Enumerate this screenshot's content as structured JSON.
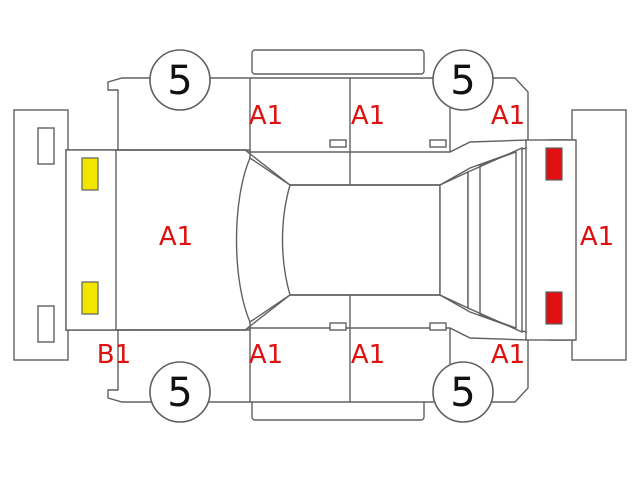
{
  "colors": {
    "outline": "#606060",
    "code_text": "#e01010",
    "lamp_front": "#f2e600",
    "lamp_rear": "#e01010",
    "wheel_text": "#111111"
  },
  "wheels": {
    "front_left": "5",
    "rear_left": "5",
    "front_right": "5",
    "rear_right": "5"
  },
  "codes": {
    "front_bumper": "B1",
    "hood": "A1",
    "left_front_door": "A1",
    "left_rear_door": "A1",
    "left_rear_fender": "A1",
    "right_front_door": "A1",
    "right_rear_door": "A1",
    "right_rear_fender": "A1",
    "rear_gate": "A1"
  }
}
